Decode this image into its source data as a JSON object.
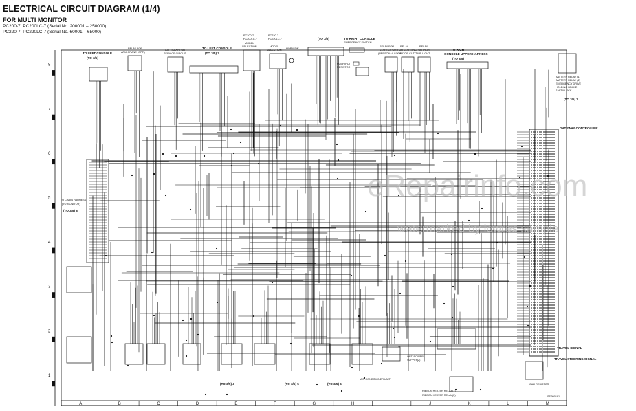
{
  "header": {
    "title": "ELECTRICAL CIRCUIT DIAGRAM (1/4)",
    "subtitle": "FOR MULTI MONITOR",
    "models": [
      "PC200-7, PC200LC-7 (Serial No. 200001 – 250000)",
      "PC220-7, PC220LC-7 (Serial No. 60001 – 65000)"
    ]
  },
  "labels": {
    "to_left_console_a": [
      "TO LEFT CONSOLE",
      "(TO 3/5)"
    ],
    "relay_arm_crane": [
      "RELAY FOR",
      "ARM CRANE (OPT.)"
    ],
    "att_relay": [
      "ATT RELAY FOR",
      "SERVICE CIRCUIT"
    ],
    "to_left_console_b": [
      "TO LEFT CONSOLE",
      "(TO 3/5) 3"
    ],
    "model_sel_1": [
      "PC200-7",
      "PC200LC-7",
      "MODEL",
      "SELECTION"
    ],
    "model_sel_2": [
      "PC220-7",
      "PC220LC-7",
      "MODEL",
      "SELECTION"
    ],
    "horn_sw": [
      "HORN SW."
    ],
    "to_right_console": [
      "TO RIGHT CONSOLE",
      "(TO 3/5)"
    ],
    "pump_resistor": [
      "PUMP(PC)",
      "RESISTOR"
    ],
    "emergency_switch": [
      "EMERGENCY SWITCH"
    ],
    "relay_starter": [
      "RELAY FOR",
      "STARTER CUT",
      "(PERSONAL CODE)"
    ],
    "relay_starting": [
      "RELAY",
      "FOR STARTING",
      "MOTOR CUT"
    ],
    "relay_pilot": [
      "RELAY",
      "FOR PILOT",
      "TIME LIGHT"
    ],
    "to_right_upper": [
      "TO RIGHT",
      "CONSOLE UPPER HARNESS",
      "(TO 3/5)"
    ],
    "battery_relay": [
      "BATTERY RELAY (1)",
      "BATTERY RELAY (2)",
      "EMERGENCY DRIVE",
      "HOLDING BRAKE",
      "SAFTY LOCK"
    ],
    "to_3_5_7": [
      "(TO 3/5) 7"
    ],
    "gateway_controller": [
      "GATEWAY CONTROLLER"
    ],
    "to_cabin_harness": [
      "TO CABIN HARNESS",
      "(TO MONITOR)",
      "(TO 3/5) 8"
    ],
    "travel_signal": [
      "TRAVEL SIGNAL"
    ],
    "travel_steering": [
      "TRAVEL STEERING SIGNAL"
    ],
    "opt_power": [
      "OPT. POWER",
      "SUPPLY(2)"
    ],
    "air_conditioner": [
      "AIR CONDITIONER UNIT"
    ],
    "ribbon_heater": [
      "RIBBON HEATER RELAY(1)",
      "RIBBON HEATER RELAY(2)"
    ],
    "car_resistor": [
      "CAR RESISTOR"
    ],
    "bottom_to_1": [
      "(TO 3/5) 4"
    ],
    "bottom_to_2": [
      "(TO 3/5) 5"
    ],
    "bottom_to_3": [
      "(TO 3/5) 6"
    ],
    "page_code": [
      "SEP00181"
    ]
  },
  "ruler": {
    "columns": [
      "A",
      "B",
      "C",
      "D",
      "E",
      "F",
      "G",
      "H",
      "I",
      "J",
      "K",
      "L",
      "M"
    ],
    "rows": [
      "8",
      "7",
      "6",
      "5",
      "4",
      "3",
      "2",
      "1"
    ]
  },
  "watermark": {
    "main": "eRepairinfo.com",
    "small": "watermarked by lowres sample"
  }
}
